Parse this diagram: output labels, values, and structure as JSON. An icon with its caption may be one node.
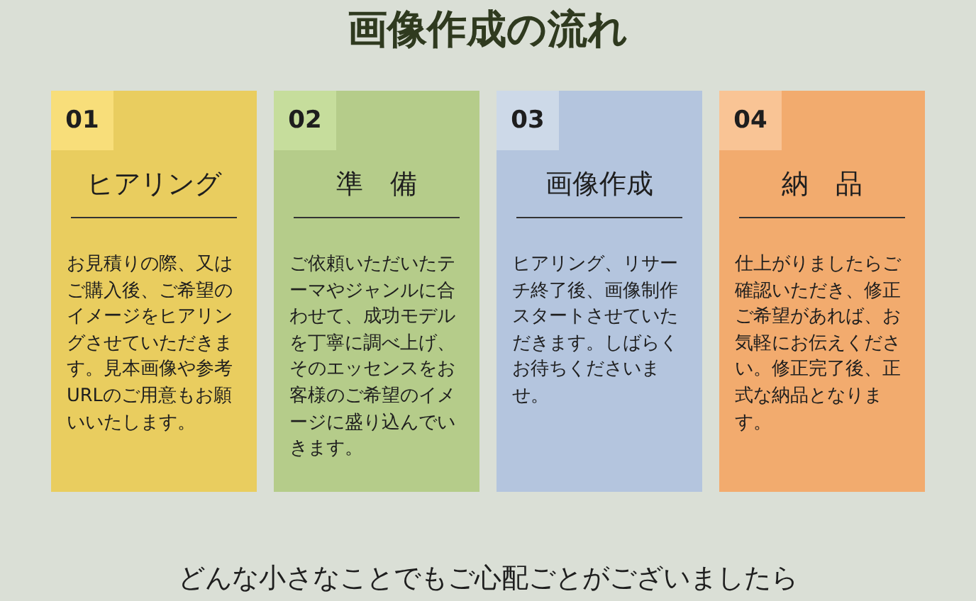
{
  "diagram": {
    "title": "画像作成の流れ",
    "nodes": [
      {
        "text": [
          "01",
          "ヒアリング",
          "お見積りの際、又はご購入後、ご希望のイメージをヒアリングさせていただきます。見本画像や参考URLのご用意もお願いいたします。"
        ]
      },
      {
        "text": [
          "02",
          "準　備",
          "ご依頼いただいたテーマやジャンルに合わせて、成功モデルを丁寧に調べ上げ、そのエッセンスをお客様のご希望のイメージに盛り込んでいきます。"
        ]
      },
      {
        "text": [
          "03",
          "画像作成",
          "ヒアリング、リサーチ終了後、画像制作スタートさせていただきます。しばらくお待ちくださいませ。"
        ]
      },
      {
        "text": [
          "04",
          "納　品",
          "仕上がりましたらご確認いただき、修正ご希望があれば、お気軽にお伝えください。修正完了後、正式な納品となります。"
        ]
      }
    ],
    "labels": [
      "どんな小さなことでもご心配ごとがございましたら"
    ]
  }
}
